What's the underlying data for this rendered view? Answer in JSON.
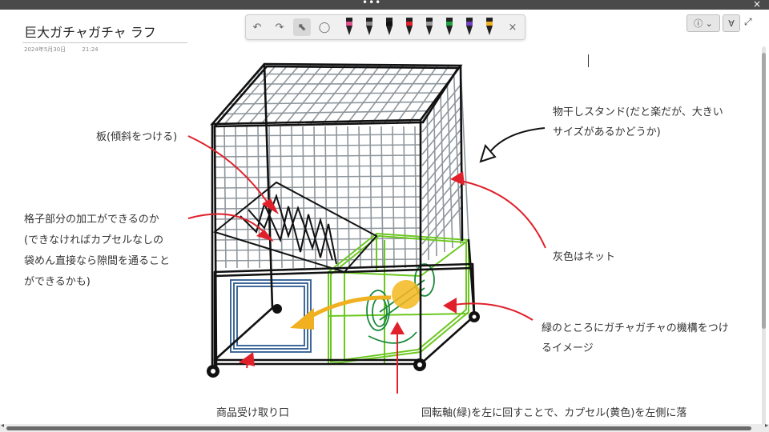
{
  "window": {
    "dots": "•••",
    "close": "×"
  },
  "note": {
    "title": "巨大ガチャガチャ ラフ",
    "date": "2024年5月30日",
    "time": "21:24"
  },
  "toolbar": {
    "undo": "↶",
    "redo": "↷",
    "select": "⬉",
    "lasso": "◯",
    "close": "×",
    "pens": [
      {
        "name": "pen-pink",
        "color": "#e0508a"
      },
      {
        "name": "pen-gray",
        "color": "#8a8a8a"
      },
      {
        "name": "pen-black",
        "color": "#111111"
      },
      {
        "name": "pen-red",
        "color": "#e0202a"
      },
      {
        "name": "pen-gray-2",
        "color": "#9a9a9a"
      },
      {
        "name": "pen-green",
        "color": "#1ea040"
      },
      {
        "name": "pen-purple",
        "color": "#7040c0"
      },
      {
        "name": "pen-yellow",
        "color": "#f0b020"
      }
    ]
  },
  "right_controls": {
    "touch": "ⓘ ⌄",
    "highlighter": "∀",
    "expand": "⤢"
  },
  "labels": {
    "ita": "板(傾斜をつける)",
    "koushi_1": "格子部分の加工ができるのか",
    "koushi_2": "(できなければカプセルなしの",
    "koushi_3": "袋めん直接なら隙間を通ること",
    "koushi_4": "ができるかも)",
    "monohoshi_1": "物干しスタンド(だと楽だが、大きい",
    "monohoshi_2": "サイズがあるかどうか)",
    "net": "灰色はネット",
    "midori_1": "緑のところにガチャガチャの機構をつけ",
    "midori_2": "るイメージ",
    "shouhin": "商品受け取り口",
    "kaiten": "回転軸(緑)を左に回すことで、カプセル(黄色)を左側に落"
  },
  "colors": {
    "ink": "#111111",
    "net": "#8e969c",
    "green": "#6cc820",
    "green_dark": "#1a8a3a",
    "red": "#e0202a",
    "blue": "#2a5a90",
    "yellow": "#f0b020"
  }
}
